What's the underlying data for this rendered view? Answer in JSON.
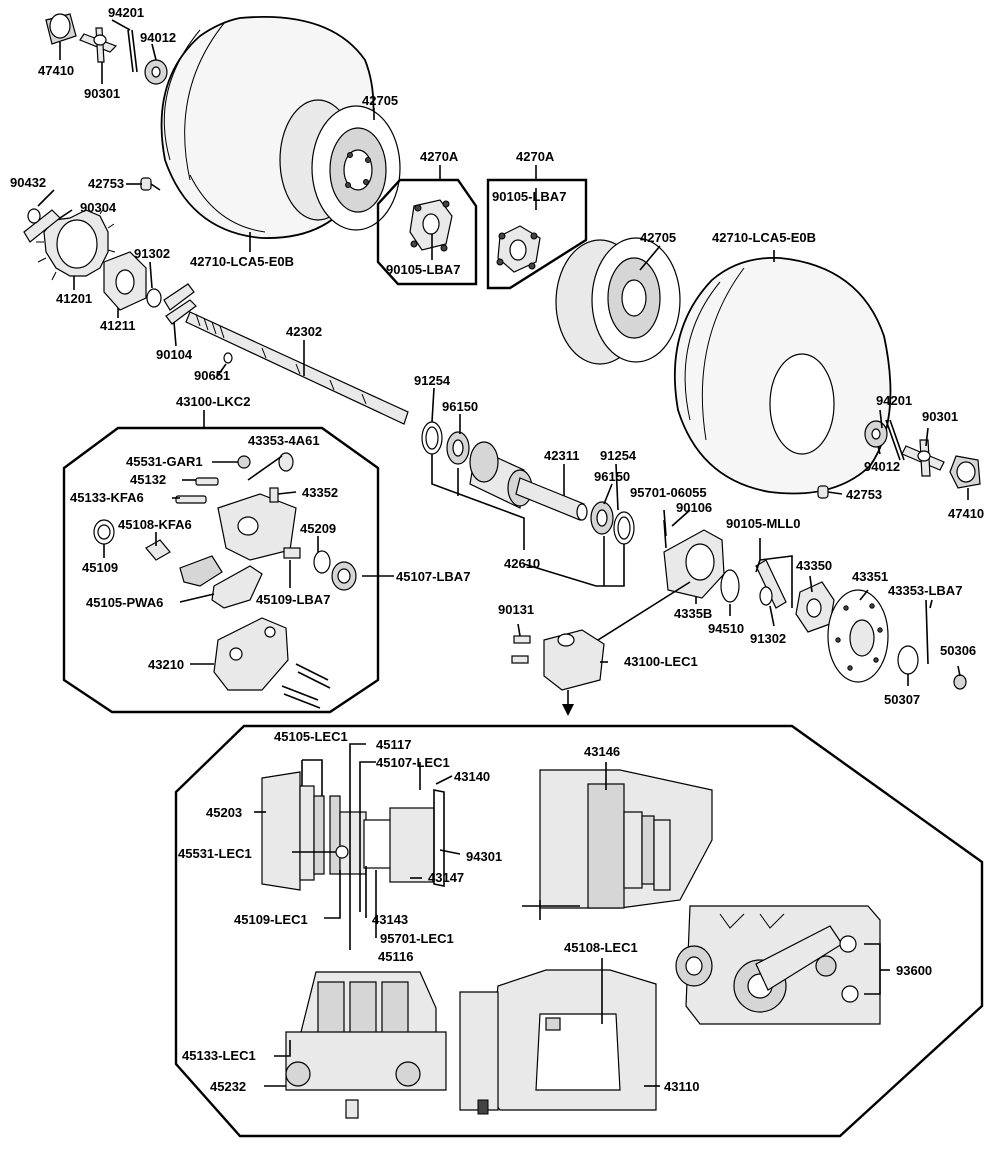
{
  "labels": {
    "p47410a": "47410",
    "p94201a": "94201",
    "p94012a": "94012",
    "p90301a": "90301",
    "p42705a": "42705",
    "p90432": "90432",
    "p42753a": "42753",
    "p90304": "90304",
    "p42710a": "42710-LCA5-E0B",
    "p91302a": "91302",
    "p41201": "41201",
    "p41211": "41211",
    "p90104": "90104",
    "p42302": "42302",
    "p90651": "90651",
    "p4270Aa": "4270A",
    "p90105a": "90105-LBA7",
    "p4270Ab": "4270A",
    "p90105b": "90105-LBA7",
    "p42705b": "42705",
    "p42710b": "42710-LCA5-E0B",
    "p43100lkc2": "43100-LKC2",
    "p43353_4a61": "43353-4A61",
    "p45531gar1": "45531-GAR1",
    "p45132": "45132",
    "p45133kfa6": "45133-KFA6",
    "p43352": "43352",
    "p45108kfa6": "45108-KFA6",
    "p45209": "45209",
    "p45109": "45109",
    "p45107lba7": "45107-LBA7",
    "p45105pwa6": "45105-PWA6",
    "p45109lba7": "45109-LBA7",
    "p43210": "43210",
    "p91254a": "91254",
    "p96150a": "96150",
    "p42311": "42311",
    "p91254b": "91254",
    "p96150b": "96150",
    "p95701_06055": "95701-06055",
    "p90106": "90106",
    "p42610": "42610",
    "p90105mll0": "90105-MLL0",
    "p4335b": "4335B",
    "p43350": "43350",
    "p94510": "94510",
    "p91302b": "91302",
    "p43351": "43351",
    "p43353lba7": "43353-LBA7",
    "p90131": "90131",
    "p43100lec1": "43100-LEC1",
    "p50306": "50306",
    "p50307": "50307",
    "p94201b": "94201",
    "p90301b": "90301",
    "p94012b": "94012",
    "p42753b": "42753",
    "p47410b": "47410",
    "p45105lec1": "45105-LEC1",
    "p45117": "45117",
    "p45107lec1": "45107-LEC1",
    "p43140": "43140",
    "p45203": "45203",
    "p45531lec1": "45531-LEC1",
    "p94301": "94301",
    "p43147": "43147",
    "p45109lec1": "45109-LEC1",
    "p43143": "43143",
    "p95701lec1": "95701-LEC1",
    "p45116": "45116",
    "p43146": "43146",
    "p45108lec1": "45108-LEC1",
    "p93600": "93600",
    "p45133lec1": "45133-LEC1",
    "p45232": "45232",
    "p43110": "43110"
  },
  "colors": {
    "line": "#000000",
    "background": "#ffffff"
  }
}
